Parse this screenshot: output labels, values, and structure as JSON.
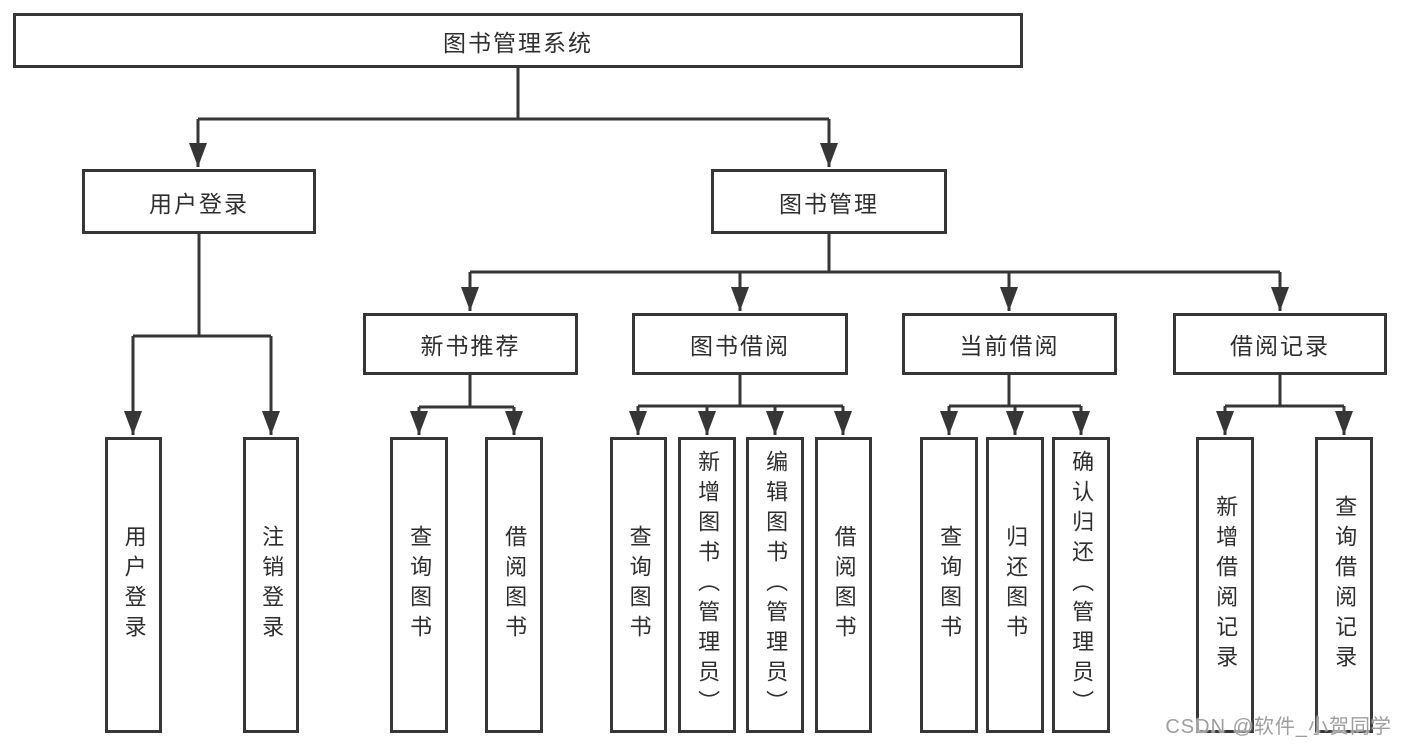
{
  "colors": {
    "background": "#ffffff",
    "line": "#363636",
    "box_border": "#363636",
    "text": "#2e2e2e",
    "watermark": "#9e9e9e"
  },
  "diagram": {
    "root": {
      "label": "图书管理系统"
    },
    "level2": [
      {
        "label": "用户登录"
      },
      {
        "label": "图书管理"
      }
    ],
    "level3": [
      {
        "label": "新书推荐"
      },
      {
        "label": "图书借阅"
      },
      {
        "label": "当前借阅"
      },
      {
        "label": "借阅记录"
      }
    ],
    "leaves": [
      {
        "group": "用户登录",
        "label": "用户登录"
      },
      {
        "group": "用户登录",
        "label": "注销登录"
      },
      {
        "group": "新书推荐",
        "label": "查询图书"
      },
      {
        "group": "新书推荐",
        "label": "借阅图书"
      },
      {
        "group": "图书借阅",
        "label": "查询图书"
      },
      {
        "group": "图书借阅",
        "label": "新增图书（管理员）"
      },
      {
        "group": "图书借阅",
        "label": "编辑图书（管理员）"
      },
      {
        "group": "图书借阅",
        "label": "借阅图书"
      },
      {
        "group": "当前借阅",
        "label": "查询图书"
      },
      {
        "group": "当前借阅",
        "label": "归还图书"
      },
      {
        "group": "当前借阅",
        "label": "确认归还（管理员）"
      },
      {
        "group": "借阅记录",
        "label": "新增借阅记录"
      },
      {
        "group": "借阅记录",
        "label": "查询借阅记录"
      }
    ]
  },
  "watermark": {
    "text": "CSDN @软件_小贺同学"
  }
}
